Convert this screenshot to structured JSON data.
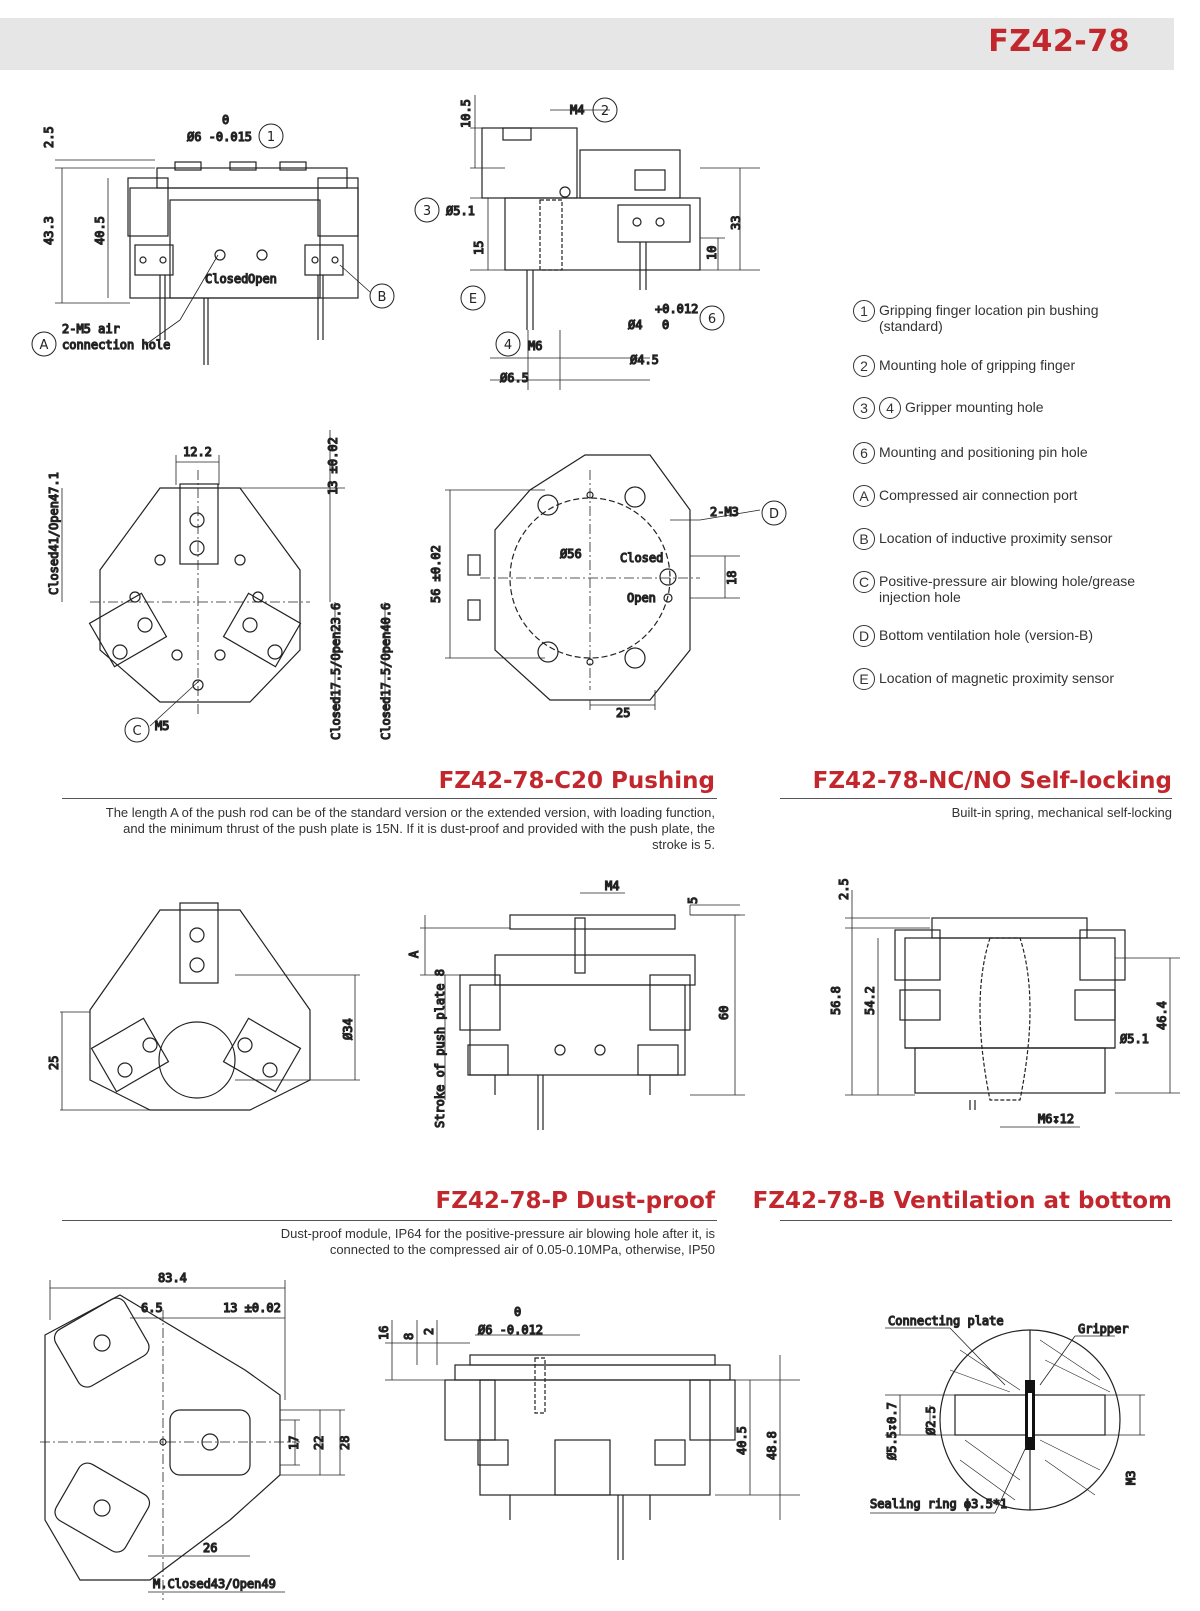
{
  "header": {
    "title": "FZ42-78"
  },
  "legend": [
    {
      "marks": [
        "1"
      ],
      "text": "Gripping finger location pin bushing (standard)"
    },
    {
      "marks": [
        "2"
      ],
      "text": "Mounting hole of gripping finger"
    },
    {
      "marks": [
        "3",
        "4"
      ],
      "text": "Gripper mounting hole"
    },
    {
      "marks": [
        "6"
      ],
      "text": "Mounting and positioning pin hole"
    },
    {
      "marks": [
        "A"
      ],
      "text": "Compressed air connection port"
    },
    {
      "marks": [
        "B"
      ],
      "text": "Location of inductive proximity sensor"
    },
    {
      "marks": [
        "C"
      ],
      "text": "Positive-pressure air blowing hole/grease injection hole"
    },
    {
      "marks": [
        "D"
      ],
      "text": "Bottom ventilation hole (version-B)"
    },
    {
      "marks": [
        "E"
      ],
      "text": "Location of magnetic proximity sensor"
    }
  ],
  "sections": {
    "pushing": {
      "title": "FZ42-78-C20 Pushing",
      "desc": "The length A of the push rod can be of the standard version or the extended version, with loading function, and the minimum thrust of the push plate is 15N. If it is dust-proof and provided with the push plate, the stroke is 5."
    },
    "selflock": {
      "title": "FZ42-78-NC/NO Self-locking",
      "desc": "Built-in spring, mechanical self-locking"
    },
    "dustproof": {
      "title": "FZ42-78-P Dust-proof",
      "desc": "Dust-proof module, IP64 for the positive-pressure air blowing hole after it, is connected to the compressed air of 0.05-0.10MPa, otherwise, IP50"
    },
    "ventilation": {
      "title": "FZ42-78-B Ventilation at bottom"
    }
  },
  "dims": {
    "d1": "2.5",
    "d2": "43.3",
    "d3": "40.5",
    "d4": "Ø6 -0.015",
    "d4b": "0",
    "d5": "Closed",
    "d6": "Open",
    "d7": "2-M5 air",
    "d8": "connection hole",
    "d9": "10.5",
    "d10": "M4",
    "d11": "Ø5.1",
    "d12": "15",
    "d13": "33",
    "d14": "10",
    "d15": "Ø4",
    "d15a": "+0.012",
    "d15b": "0",
    "d16": "M6",
    "d17": "Ø4.5",
    "d18": "Ø6.5",
    "d19": "12.2",
    "d20": "13 ±0.02",
    "d21": "Closed41/Open47.1",
    "d22": "Closed17.5/Open23.6",
    "d23": "Closed17.5/Open40.6",
    "d24": "M5",
    "d25": "56 ±0.02",
    "d26": "Ø56",
    "d27": "Closed",
    "d28": "Open",
    "d29": "2-M3",
    "d30": "18",
    "d31": "25",
    "d32": "Ø34",
    "d33": "25",
    "d34": "M4",
    "d35": "5",
    "d36": "A",
    "d37": "60",
    "d38": "Stroke of push plate 8",
    "d39": "2.5",
    "d40": "56.8",
    "d41": "54.2",
    "d42": "46.4",
    "d43": "Ø5.1",
    "d44": "M6↧12",
    "d45": "83.4",
    "d46": "6.5",
    "d47": "13 ±0.02",
    "d48": "17",
    "d49": "22",
    "d50": "28",
    "d51": "26",
    "d52": "M.Closed43/Open49",
    "d53": "16",
    "d54": "8",
    "d55": "2",
    "d56": "Ø6 -0.012",
    "d56b": "0",
    "d57": "40.5",
    "d58": "48.8",
    "d59": "Connecting plate",
    "d60": "Gripper",
    "d61": "Ø5.5↧0.7",
    "d62": "Ø2.5",
    "d63": "M3",
    "d64": "Sealing ring ϕ3.5*1"
  },
  "callouts": {
    "c1": "1",
    "c2": "2",
    "c3": "3",
    "c4": "4",
    "c6": "6",
    "cA": "A",
    "cB": "B",
    "cC": "C",
    "cD": "D",
    "cE": "E"
  }
}
